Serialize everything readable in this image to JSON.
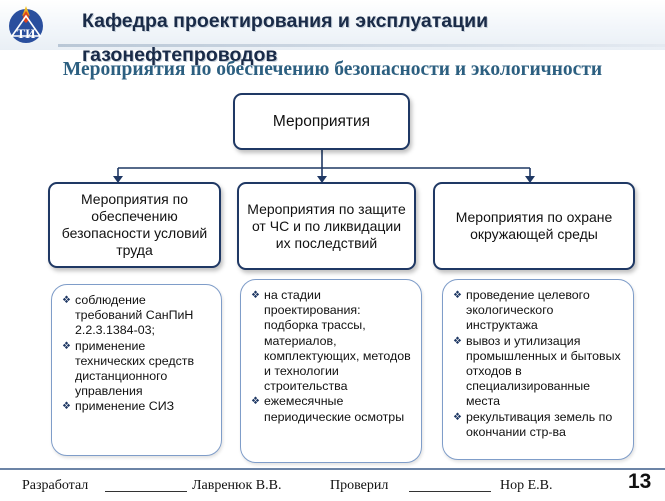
{
  "header": {
    "title": "Кафедра проектирования и эксплуатации газонефтепроводов",
    "logo_icon": "university-emblem-icon"
  },
  "slide": {
    "title": "Мероприятия по обеспечению безопасности и экологичности"
  },
  "diagram": {
    "root": {
      "label": "Мероприятия"
    },
    "categories": [
      {
        "label": "Мероприятия по обеспечению безопасности условий труда"
      },
      {
        "label": "Мероприятия по защите от ЧС и по ликвидации их последствий"
      },
      {
        "label": "Мероприятия по охране окружающей среды"
      }
    ],
    "details": [
      {
        "items": [
          "соблюдение требований СанПиН 2.2.3.1384-03;",
          "применение технических средств дистанционного управления",
          "применение СИЗ"
        ]
      },
      {
        "items": [
          "на стадии проектирования: подборка трассы, материалов, комплектующих, методов и технологии строительства",
          "ежемесячные периодические осмотры"
        ]
      },
      {
        "items": [
          "проведение целевого экологического инструктажа",
          "вывоз и утилизация промышленных и бытовых отходов в специализированные места",
          "рекультивация земель по окончании стр-ва"
        ]
      }
    ],
    "bullet_symbol": "❖",
    "colors": {
      "box_border": "#1f3864",
      "detail_border": "#7f9dc9",
      "title": "#2c5f80"
    }
  },
  "footer": {
    "developed_label": "Разработал",
    "developer_name": "Лавренюк В.В.",
    "checked_label": "Проверил",
    "checker_name": "Нор Е.В.",
    "page_number": "13"
  }
}
